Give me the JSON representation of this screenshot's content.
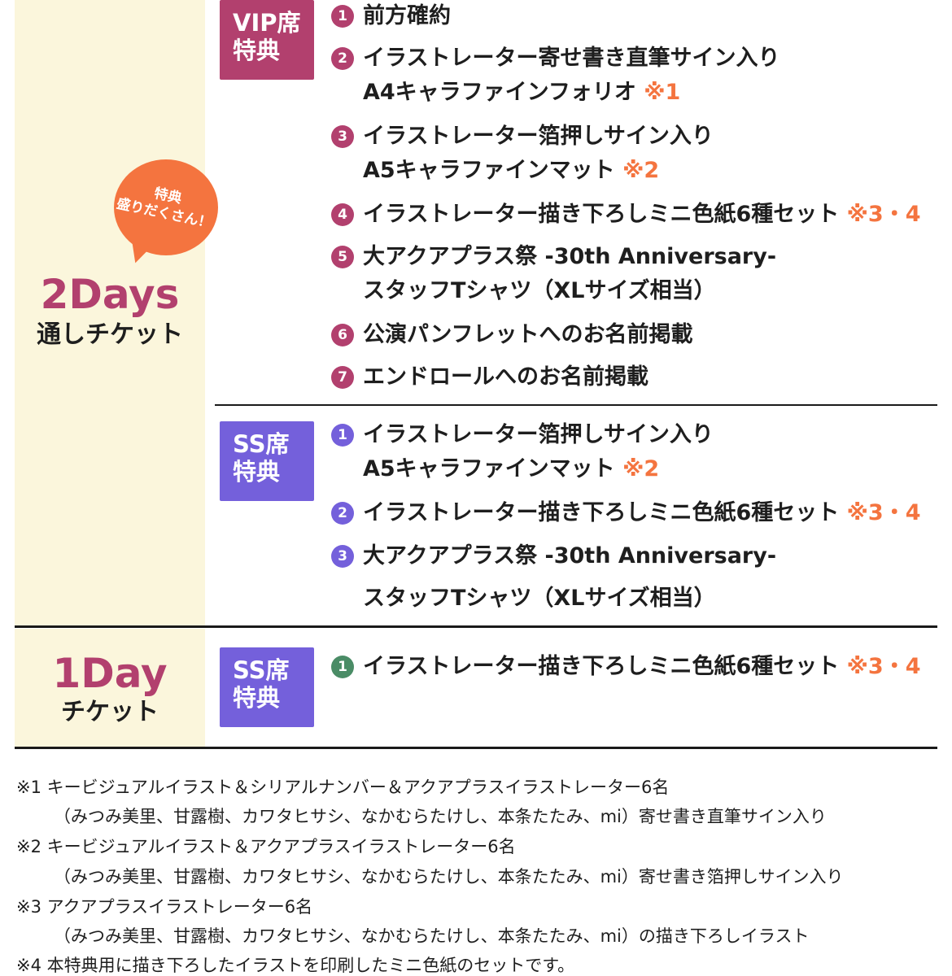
{
  "two_days": {
    "bubble": [
      "特典",
      "盛りだくさん！"
    ],
    "title": "2Days",
    "subtitle": "通しチケット",
    "vip": {
      "badge": [
        "VIP席",
        "特典"
      ],
      "items": [
        {
          "num": "1",
          "lines": [
            "前方確約"
          ],
          "note": ""
        },
        {
          "num": "2",
          "lines": [
            "イラストレーター寄せ書き直筆サイン入り",
            "A4キャラファインフォリオ"
          ],
          "note": "※1"
        },
        {
          "num": "3",
          "lines": [
            "イラストレーター箔押しサイン入り",
            "A5キャラファインマット"
          ],
          "note": "※2"
        },
        {
          "num": "4",
          "lines": [
            "イラストレーター描き下ろしミニ色紙6種セット"
          ],
          "note": "※3・4"
        },
        {
          "num": "5",
          "lines": [
            "大アクアプラス祭 -30th Anniversary-",
            "スタッフTシャツ（XLサイズ相当）"
          ],
          "note": ""
        },
        {
          "num": "6",
          "lines": [
            "公演パンフレットへのお名前掲載"
          ],
          "note": ""
        },
        {
          "num": "7",
          "lines": [
            "エンドロールへのお名前掲載"
          ],
          "note": ""
        }
      ]
    },
    "ss": {
      "badge": [
        "SS席",
        "特典"
      ],
      "items": [
        {
          "num": "1",
          "lines": [
            "イラストレーター箔押しサイン入り",
            "A5キャラファインマット"
          ],
          "note": "※2"
        },
        {
          "num": "2",
          "lines": [
            "イラストレーター描き下ろしミニ色紙6種セット"
          ],
          "note": "※3・4"
        },
        {
          "num": "3",
          "lines": [
            "大アクアプラス祭 -30th Anniversary-",
            "スタッフTシャツ（XLサイズ相当）"
          ],
          "note": ""
        }
      ]
    }
  },
  "one_day": {
    "title": "1Day",
    "subtitle": "チケット",
    "ss": {
      "badge": [
        "SS席",
        "特典"
      ],
      "items": [
        {
          "num": "1",
          "lines": [
            "イラストレーター描き下ろしミニ色紙6種セット"
          ],
          "note": "※3・4"
        }
      ]
    }
  },
  "footnotes": [
    "※1 キービジュアルイラスト＆シリアルナンバー＆アクアプラスイラストレーター6名",
    "（みつみ美里、甘露樹、カワタヒサシ、なかむらたけし、本条たたみ、mi）寄せ書き直筆サイン入り",
    "※2 キービジュアルイラスト＆アクアプラスイラストレーター6名",
    "（みつみ美里、甘露樹、カワタヒサシ、なかむらたけし、本条たたみ、mi）寄せ書き箔押しサイン入り",
    "※3 アクアプラスイラストレーター6名",
    "（みつみ美里、甘露樹、カワタヒサシ、なかむらたけし、本条たたみ、mi）の描き下ろしイラスト",
    "※4 本特典用に描き下ろしたイラストを印刷したミニ色紙のセットです。"
  ]
}
